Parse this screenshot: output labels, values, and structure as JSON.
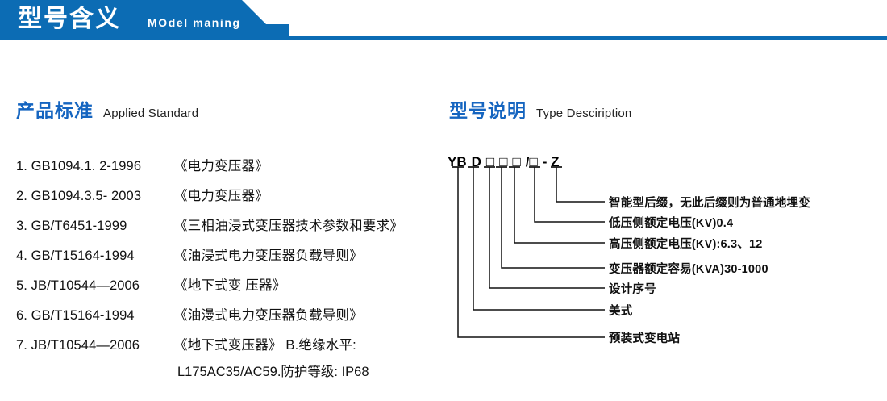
{
  "banner": {
    "title_cn": "型号含义",
    "title_en": "MOdel maning",
    "color": "#0c6cb4"
  },
  "sections": {
    "standard": {
      "title_cn": "产品标准",
      "title_en": "Applied Standard",
      "title_color": "#1565c0"
    },
    "type": {
      "title_cn": "型号说明",
      "title_en": "Type Desciription",
      "title_color": "#1565c0"
    }
  },
  "standards": [
    {
      "index": "1.",
      "code": "GB1094.1. 2-1996",
      "name": "《电力变压器》"
    },
    {
      "index": "2.",
      "code": "GB1094.3.5- 2003",
      "name": "《电力变压器》"
    },
    {
      "index": "3.",
      "code": "GB/T6451-1999",
      "name": "《三相油浸式变压器技术参数和要求》"
    },
    {
      "index": "4.",
      "code": "GB/T15164-1994",
      "name": "《油浸式电力变压器负载导则》"
    },
    {
      "index": "5.",
      "code": "JB/T10544—2006",
      "name": "《地下式变 压器》"
    },
    {
      "index": "6.",
      "code": "GB/T15164-1994",
      "name": "《油漫式电力变压器负载导则》"
    },
    {
      "index": "7.",
      "code": "JB/T10544—2006",
      "name": "《地下式变压器》 B.绝缘水平:"
    }
  ],
  "standards_continuation": "L175AC35/AC59.防护等级: IP68",
  "type_code": {
    "segments": [
      "YB",
      "D",
      "□",
      "□",
      "□",
      "/□",
      "- Z"
    ],
    "full": "YB D □□□/□ - Z"
  },
  "annotations": [
    {
      "label": "智能型后缀，无此后缀则为普通地埋变"
    },
    {
      "label": "低压侧额定电压(KV)0.4"
    },
    {
      "label": "高压侧额定电压(KV):6.3、12"
    },
    {
      "label": "变压器额定容易(KVA)30-1000"
    },
    {
      "label": "设计序号"
    },
    {
      "label": "美式"
    },
    {
      "label": "预装式变电站"
    }
  ]
}
